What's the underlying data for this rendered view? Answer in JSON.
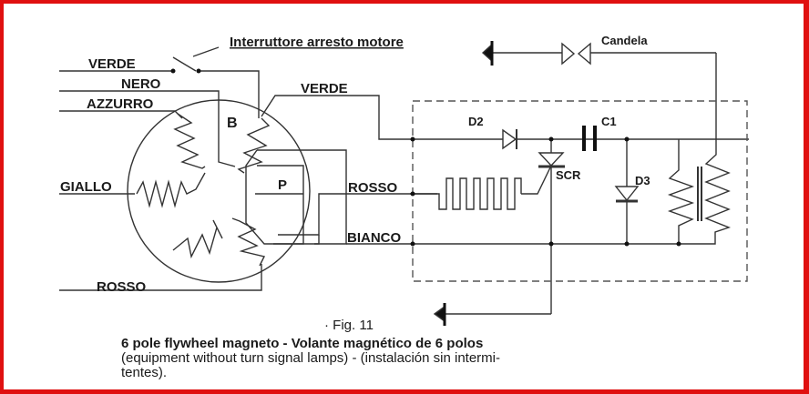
{
  "diagram": {
    "type": "wiring-schematic",
    "title": "6 pole flywheel magneto - Volante magnético de 6 polos",
    "labels": {
      "switch": "Interruttore arresto motore",
      "candela": "Candela",
      "verde_left": "VERDE",
      "nero": "NERO",
      "azzurro": "AZZURRO",
      "giallo": "GIALLO",
      "rosso_bottom": "ROSSO",
      "verde_right": "VERDE",
      "rosso_right": "ROSSO",
      "bianco": "BIANCO",
      "b_coil": "B",
      "p_pickup": "P",
      "d2": "D2",
      "c1": "C1",
      "scr": "SCR",
      "d3": "D3"
    },
    "components": [
      "flywheel-stator",
      "kill-switch",
      "diode-D2",
      "capacitor-C1",
      "thyristor-SCR",
      "diode-D3",
      "ignition-coil",
      "spark-plug",
      "ground"
    ],
    "wires": [
      "VERDE",
      "NERO",
      "AZZURRO",
      "GIALLO",
      "ROSSO",
      "BIANCO"
    ]
  },
  "caption": {
    "fig": "· Fig. 11",
    "title": "6 pole flywheel magneto - Volante magnético de 6 polos",
    "line2": "(equipment without turn signal lamps) - (instalación sin intermi-",
    "line3": "tentes)."
  },
  "colors": {
    "frame": "#e01010",
    "ink": "#222222"
  }
}
